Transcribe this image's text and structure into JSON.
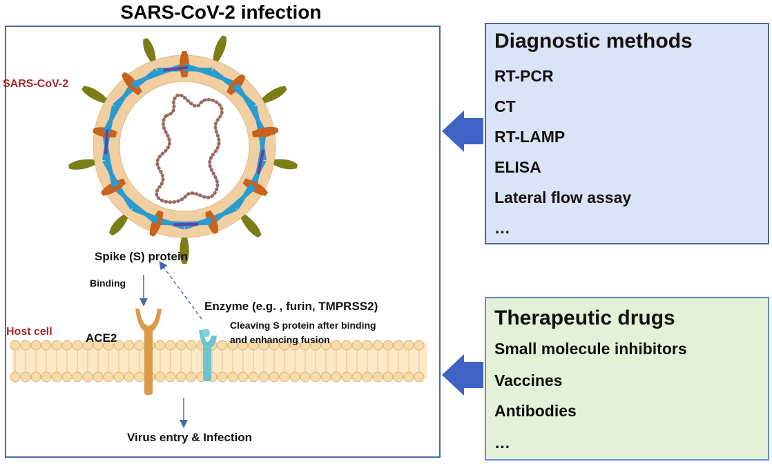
{
  "title": "SARS-CoV-2 infection",
  "labels": {
    "virus": "SARS-CoV-2",
    "spike": "Spike (S) protein",
    "binding": "Binding",
    "host_cell": "Host cell",
    "ace2": "ACE2",
    "enzyme": "Enzyme (e.g. , furin, TMPRSS2)",
    "cleaving_line1": "Cleaving S protein after binding",
    "cleaving_line2": "and enhancing fusion",
    "entry": "Virus entry & Infection"
  },
  "diagnostic": {
    "heading": "Diagnostic methods",
    "items": [
      "RT-PCR",
      "CT",
      "RT-LAMP",
      "ELISA",
      "Lateral flow assay",
      "…"
    ]
  },
  "therapeutic": {
    "heading": "Therapeutic drugs",
    "items": [
      "Small molecule inhibitors",
      "Vaccines",
      "Antibodies",
      "…"
    ]
  },
  "colors": {
    "frame": "#4a67a8",
    "arrow": "#3f63c5",
    "virus_label": "#a8262a",
    "membrane": "#f2cfa1",
    "membrane_blue": "#2a9bd0",
    "spike_olive": "#7b7d16",
    "spike_orange": "#c8621c",
    "rna": "#a0705a",
    "ace2": "#d99a4a",
    "enzyme": "#6fc5cf",
    "bilayer": "#f7dcaa"
  }
}
